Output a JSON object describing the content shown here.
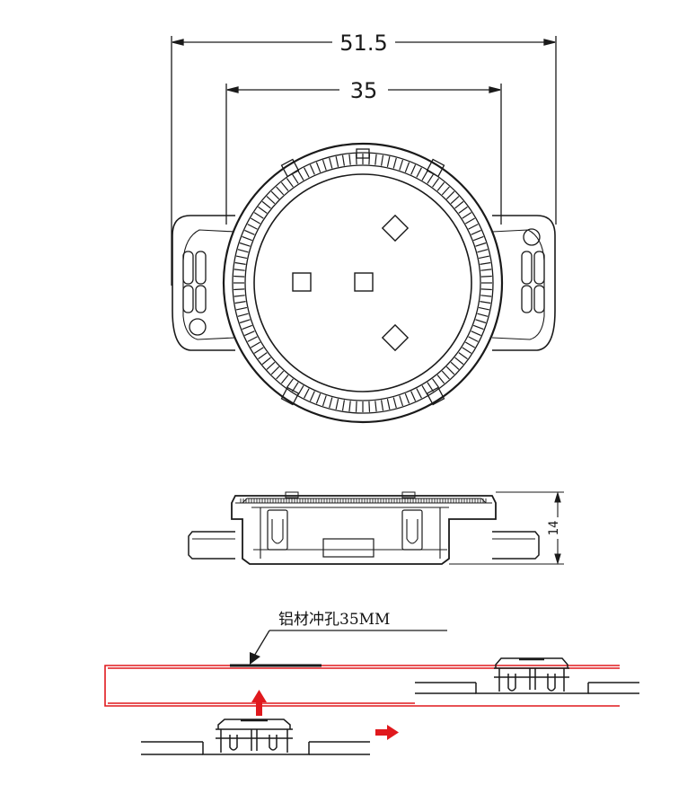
{
  "dimensions": {
    "outer_width_label": "51.5",
    "inner_width_label": "35",
    "height_label": "14"
  },
  "installation_note": "铝材冲孔35MM",
  "colors": {
    "line": "#1a1a1a",
    "aluminum_profile": "#e0191d",
    "arrow": "#e0191d"
  }
}
